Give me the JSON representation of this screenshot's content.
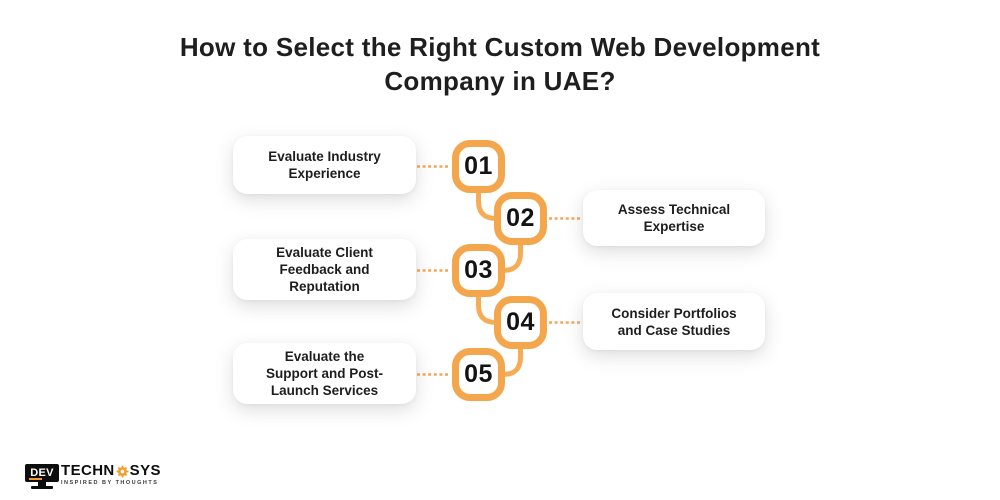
{
  "title": {
    "line1": "How to Select the Right Custom Web Development",
    "line2": "Company in UAE?"
  },
  "steps": [
    {
      "number": "01",
      "label": "Evaluate Industry Experience",
      "side": "left"
    },
    {
      "number": "02",
      "label": "Assess Technical Expertise",
      "side": "right"
    },
    {
      "number": "03",
      "label": "Evaluate Client Feedback and Reputation",
      "side": "left"
    },
    {
      "number": "04",
      "label": "Consider Portfolios and Case Studies",
      "side": "right"
    },
    {
      "number": "05",
      "label": "Evaluate the Support and Post-Launch Services",
      "side": "left"
    }
  ],
  "logo": {
    "monitor_text": "DEV",
    "brand_part1": "TECHN",
    "gear_icon": "gear-as-letter-o",
    "brand_part2": "SYS",
    "tagline": "INSPIRED BY THOUGHTS"
  },
  "colors": {
    "accent_orange": "#F3A64B",
    "connector_orange": "#F6AC55",
    "dotted_orange": "#F3A75C",
    "text_dark": "#1E1E1E",
    "card_bg": "#FFFFFF",
    "page_bg": "#FFFFFF"
  }
}
